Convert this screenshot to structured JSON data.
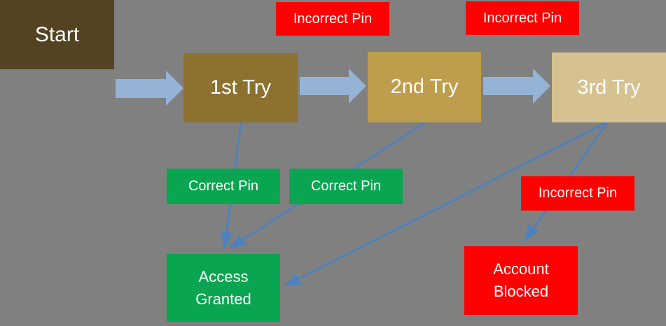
{
  "diagram": {
    "title": "PIN entry attempts flowchart",
    "background_color": "#808080",
    "text_color": "#FFFFFF",
    "colors": {
      "flow_arrow": "#95B3D7",
      "connector_line": "#4F81BD",
      "incorrect_label": "#FF0000",
      "correct_label": "#0AA550"
    },
    "nodes": {
      "start": {
        "label": "Start",
        "color": "#534321"
      },
      "try1": {
        "label": "1st Try",
        "color": "#8D722F"
      },
      "try2": {
        "label": "2nd Try",
        "color": "#BE9E4C"
      },
      "try3": {
        "label": "3rd Try",
        "color": "#D6C291"
      },
      "access": {
        "label": "Access Granted",
        "color": "#0AA550"
      },
      "blocked": {
        "label": "Account Blocked",
        "color": "#FF0000"
      }
    },
    "edge_labels": {
      "incorrect_pin_1": {
        "text": "Incorrect Pin",
        "color": "#FF0000"
      },
      "incorrect_pin_2": {
        "text": "Incorrect Pin",
        "color": "#FF0000"
      },
      "correct_pin_1": {
        "text": "Correct Pin",
        "color": "#0AA550"
      },
      "correct_pin_2": {
        "text": "Correct Pin",
        "color": "#0AA550"
      },
      "incorrect_pin_3": {
        "text": "Incorrect Pin",
        "color": "#FF0000"
      }
    },
    "edges": [
      {
        "from": "Start",
        "to": "1st Try",
        "type": "flow-arrow",
        "label": ""
      },
      {
        "from": "1st Try",
        "to": "2nd Try",
        "type": "flow-arrow",
        "label": "Incorrect Pin"
      },
      {
        "from": "2nd Try",
        "to": "3rd Try",
        "type": "flow-arrow",
        "label": "Incorrect Pin"
      },
      {
        "from": "1st Try",
        "to": "Access Granted",
        "type": "connector",
        "label": "Correct Pin"
      },
      {
        "from": "2nd Try",
        "to": "Access Granted",
        "type": "connector",
        "label": "Correct Pin"
      },
      {
        "from": "3rd Try",
        "to": "Access Granted",
        "type": "connector",
        "label": ""
      },
      {
        "from": "3rd Try",
        "to": "Account Blocked",
        "type": "connector",
        "label": "Incorrect Pin"
      }
    ]
  }
}
